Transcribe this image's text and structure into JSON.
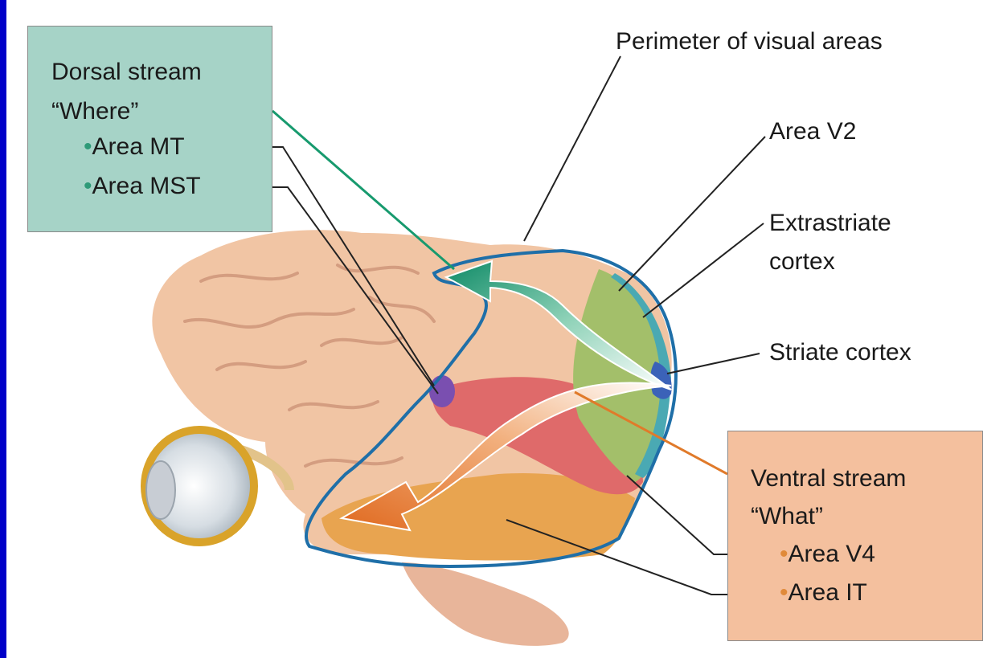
{
  "dorsal": {
    "title": "Dorsal stream",
    "subtitle": "“Where”",
    "items": [
      "Area MT",
      "Area MST"
    ],
    "color": "#a6d3c7",
    "arrow_color": "#1f9a74"
  },
  "ventral": {
    "title": "Ventral stream",
    "subtitle": "“What”",
    "items": [
      "Area V4",
      "Area IT"
    ],
    "color": "#f4c09e",
    "arrow_color": "#e07830"
  },
  "labels": {
    "perimeter": "Perimeter of visual areas",
    "v2": "Area V2",
    "extrastriate_1": "Extrastriate",
    "extrastriate_2": "cortex",
    "striate": "Striate cortex"
  },
  "bullet": "•"
}
